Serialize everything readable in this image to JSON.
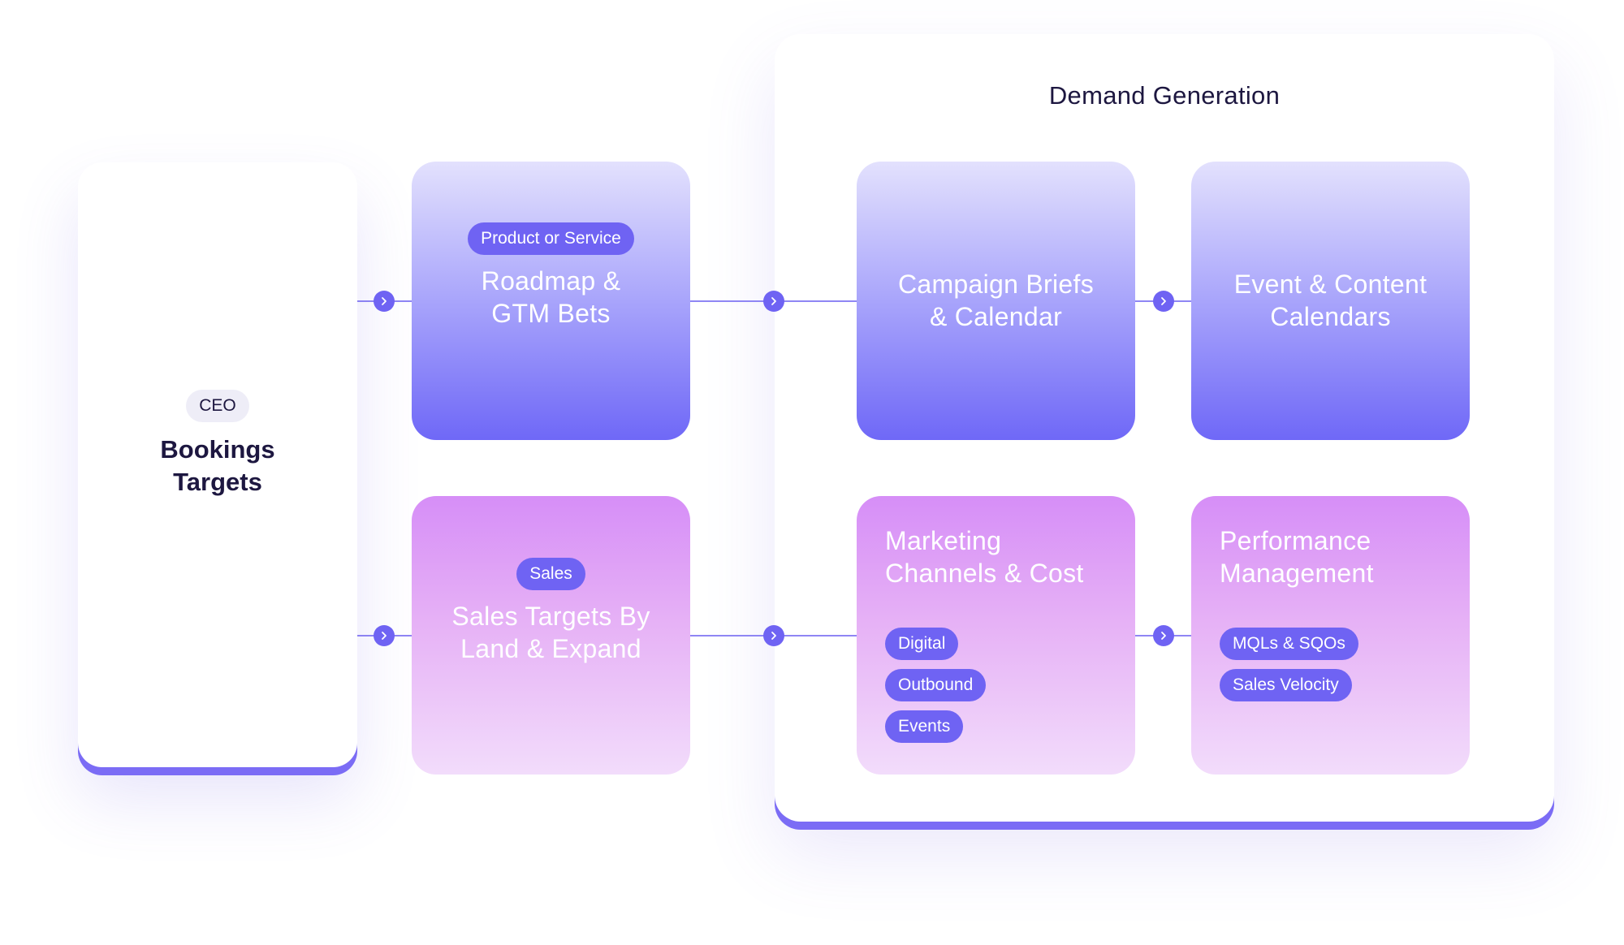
{
  "demand_generation": {
    "title": "Demand Generation"
  },
  "ceo_card": {
    "badge": "CEO",
    "title_line1": "Bookings",
    "title_line2": "Targets"
  },
  "roadmap_card": {
    "badge": "Product or Service",
    "title_line1": "Roadmap &",
    "title_line2": "GTM Bets"
  },
  "sales_card": {
    "badge": "Sales",
    "title_line1": "Sales Targets By",
    "title_line2": "Land & Expand"
  },
  "campaign_card": {
    "title_line1": "Campaign Briefs",
    "title_line2": "& Calendar"
  },
  "event_card": {
    "title_line1": "Event & Content",
    "title_line2": "Calendars"
  },
  "marketing_card": {
    "title_line1": "Marketing",
    "title_line2": "Channels & Cost",
    "tags": [
      "Digital",
      "Outbound",
      "Events"
    ]
  },
  "performance_card": {
    "title_line1": "Performance",
    "title_line2": "Management",
    "tags": [
      "MQLs & SQOs",
      "Sales Velocity"
    ]
  },
  "colors": {
    "accent": "#6f63f3",
    "text_dark": "#1d1740",
    "blue_gradient_top": "#e3e1fd",
    "blue_gradient_bottom": "#6f68f7",
    "purple_gradient_top": "#d68ef7",
    "purple_gradient_bottom": "#f2dcfb"
  },
  "icons": {
    "connector_node": "chevron-right-icon"
  }
}
